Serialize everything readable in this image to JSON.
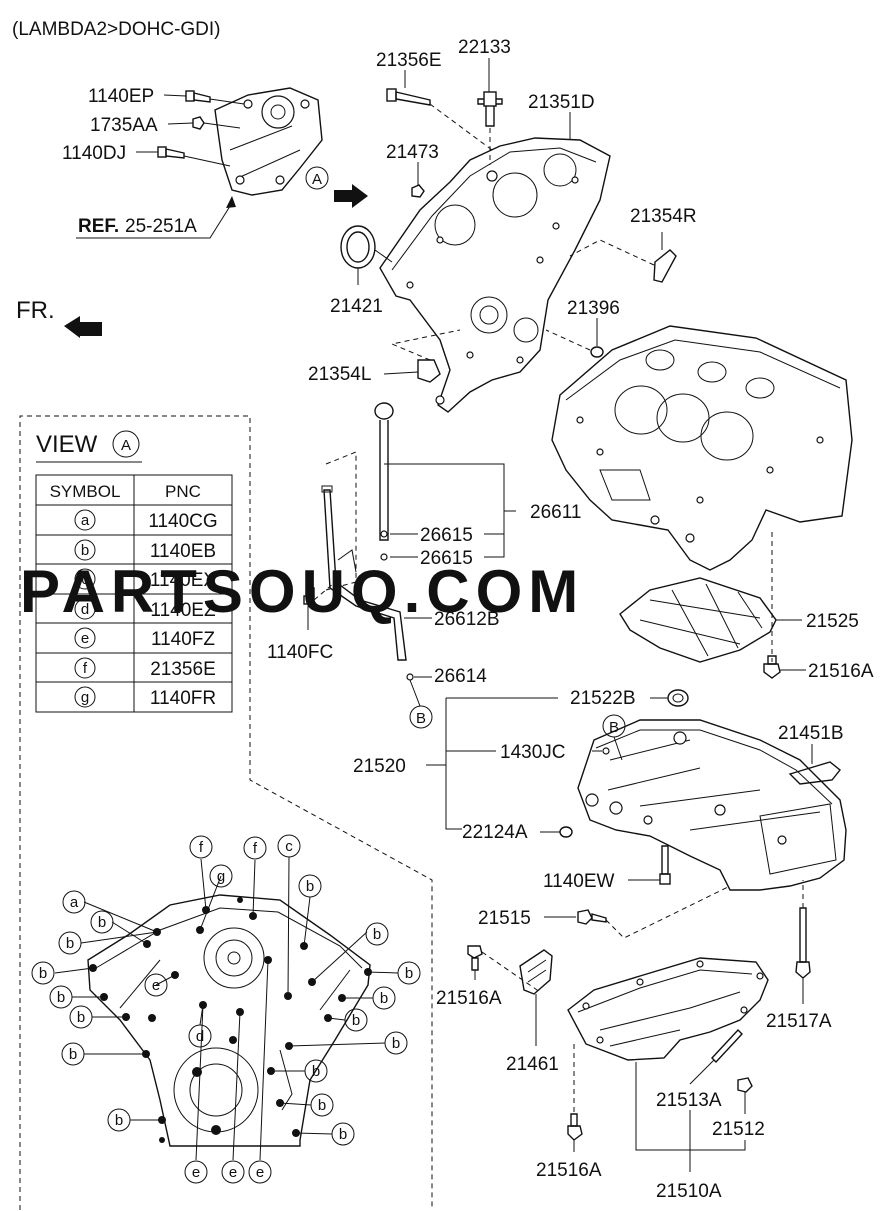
{
  "header": {
    "engine": "(LAMBDA2>DOHC-GDI)"
  },
  "labels": {
    "p1140EP": "1140EP",
    "p1735AA": "1735AA",
    "p1140DJ": "1140DJ",
    "ref_bold": "REF.",
    "ref_num": "25-251A",
    "fr": "FR.",
    "p21356E": "21356E",
    "p22133": "22133",
    "p21351D": "21351D",
    "p21473": "21473",
    "pA": "A",
    "p21354R": "21354R",
    "p21421": "21421",
    "p21396": "21396",
    "p21354L": "21354L",
    "p26611": "26611",
    "p26615a": "26615",
    "p26615b": "26615",
    "p26612B": "26612B",
    "p1140FC": "1140FC",
    "p26614": "26614",
    "pB1": "B",
    "p21525": "21525",
    "p21516A_1": "21516A",
    "p21522B": "21522B",
    "pB2": "B",
    "p21451B": "21451B",
    "p1430JC": "1430JC",
    "p21520": "21520",
    "p22124A": "22124A",
    "p1140EW": "1140EW",
    "p21515": "21515",
    "p21516A_2": "21516A",
    "p21517A": "21517A",
    "p21461": "21461",
    "p21513A": "21513A",
    "p21512": "21512",
    "p21516A_3": "21516A",
    "p21510A": "21510A"
  },
  "view": {
    "title": "VIEW",
    "circle": "A",
    "col_symbol": "SYMBOL",
    "col_pnc": "PNC",
    "rows": [
      {
        "symbol": "a",
        "pnc": "1140CG"
      },
      {
        "symbol": "b",
        "pnc": "1140EB"
      },
      {
        "symbol": "c",
        "pnc": "1140EX"
      },
      {
        "symbol": "d",
        "pnc": "1140EZ"
      },
      {
        "symbol": "e",
        "pnc": "1140FZ"
      },
      {
        "symbol": "f",
        "pnc": "21356E"
      },
      {
        "symbol": "g",
        "pnc": "1140FR"
      }
    ]
  },
  "callouts": {
    "f": "f",
    "g": "g",
    "c": "c",
    "a": "a",
    "b": "b",
    "e": "e",
    "d": "d"
  },
  "watermark": "PARTSOUQ.COM"
}
